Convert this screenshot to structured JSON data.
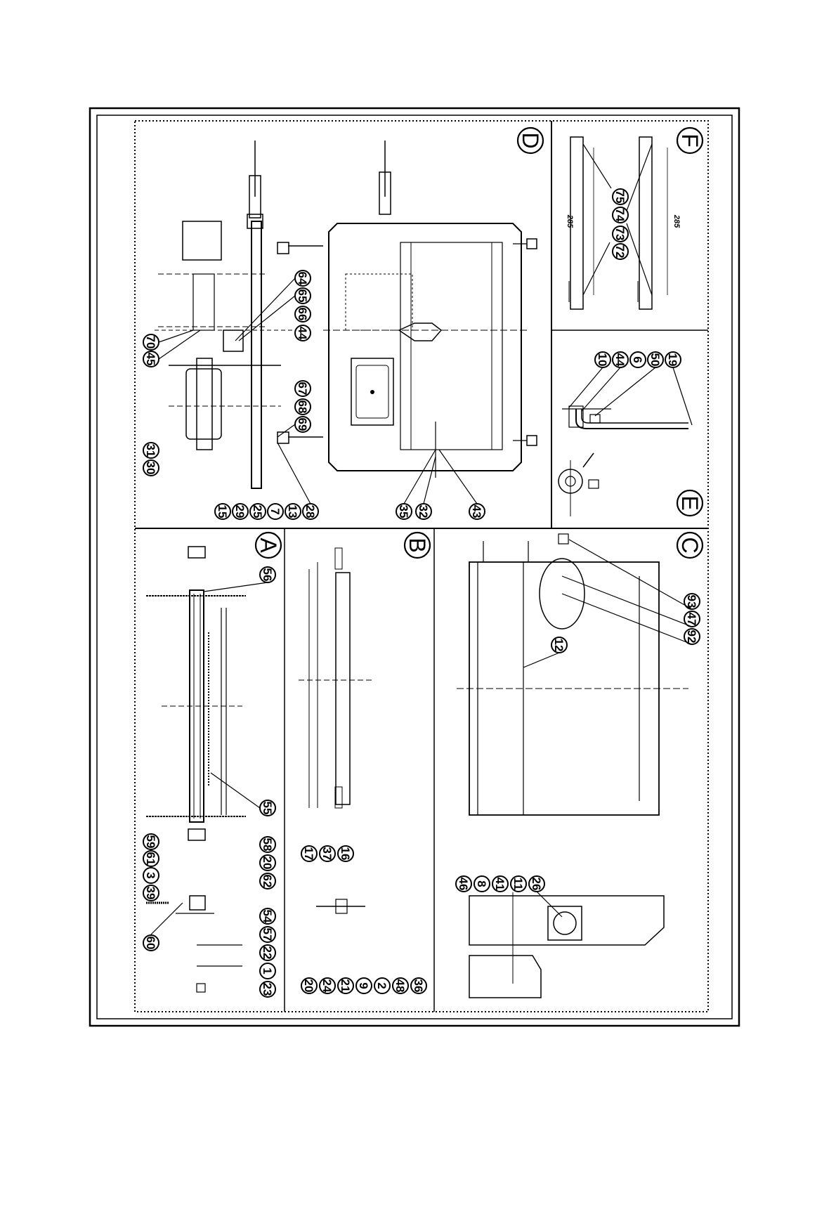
{
  "panels": {
    "A": {
      "letter": "A",
      "callouts": [
        "56",
        "59",
        "61",
        "3",
        "39",
        "60",
        "55",
        "58",
        "20",
        "62",
        "54",
        "57",
        "22",
        "1",
        "23"
      ]
    },
    "B": {
      "letter": "B",
      "callouts": [
        "17",
        "37",
        "16",
        "20",
        "24",
        "21",
        "9",
        "2",
        "48",
        "36"
      ]
    },
    "C": {
      "letter": "C",
      "callouts": [
        "46",
        "8",
        "41",
        "11",
        "26",
        "12",
        "93",
        "47",
        "92"
      ]
    },
    "D": {
      "letter": "D",
      "callouts": [
        "45",
        "70",
        "64",
        "65",
        "66",
        "44",
        "30",
        "31",
        "67",
        "68",
        "69",
        "15",
        "29",
        "25",
        "7",
        "13",
        "28",
        "35",
        "32",
        "43"
      ]
    },
    "E": {
      "letter": "E",
      "callouts": [
        "10",
        "44",
        "6",
        "50",
        "19"
      ]
    },
    "F": {
      "letter": "F",
      "callouts": [
        "72",
        "73",
        "74",
        "75"
      ],
      "dimensions": [
        "285",
        "285"
      ]
    }
  }
}
